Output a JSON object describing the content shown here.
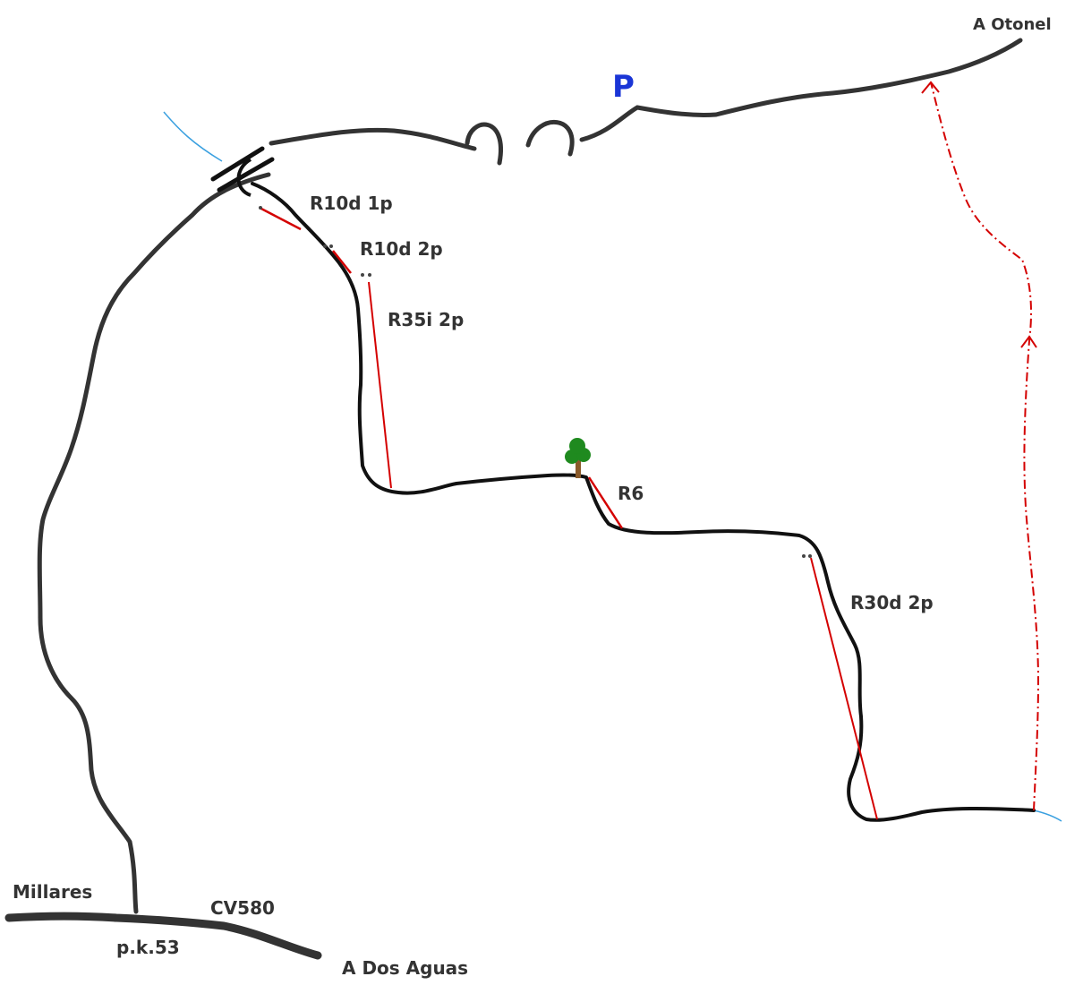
{
  "labels": {
    "destination_top": "A Otonel",
    "parking": "P",
    "rappel_1": "R10d 1p",
    "rappel_2": "R10d 2p",
    "rappel_3": "R35i 2p",
    "rappel_4": "R6",
    "rappel_5": "R30d 2p",
    "river": "Millares",
    "road": "CV580",
    "km_point": "p.k.53",
    "destination_bottom": "A Dos Aguas"
  },
  "colors": {
    "road": "#333333",
    "path": "#111111",
    "rappel": "#d40000",
    "return_route": "#d40000",
    "water": "#3aa0e0",
    "parking": "#1a35d6",
    "tree_crown": "#1f8a1f",
    "tree_trunk": "#8a5a2a",
    "text": "#333333"
  },
  "icons": {
    "parking": "parking-sign",
    "tree": "tree-icon",
    "bridge": "bridge-icon",
    "anchor": "bolt-anchor-icon"
  }
}
